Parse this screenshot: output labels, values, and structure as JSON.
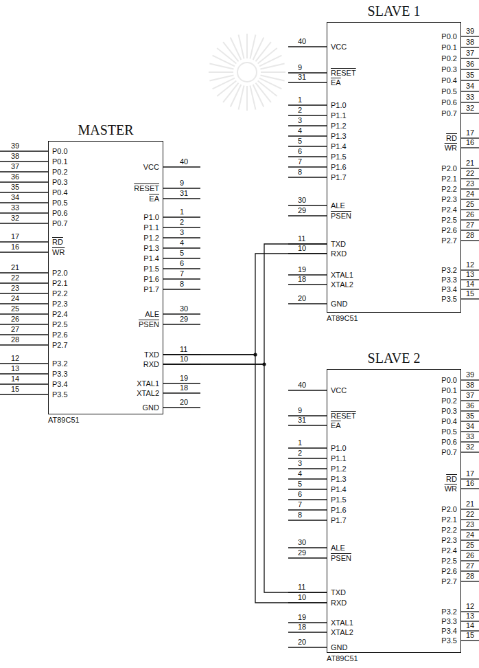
{
  "diagram": {
    "nodes": [
      {
        "text": [
          "MASTER",
          "AT89C51"
        ]
      },
      {
        "text": [
          "SLAVE 1",
          "AT89C51"
        ]
      },
      {
        "text": [
          "SLAVE 2",
          "AT89C51"
        ]
      }
    ],
    "edges": [
      {
        "from": 0,
        "to": 1,
        "arrow": "none"
      },
      {
        "from": 0,
        "to": 2,
        "arrow": "none"
      },
      {
        "from": 0,
        "to": 1,
        "arrow": "none"
      },
      {
        "from": 0,
        "to": 2,
        "arrow": "none"
      }
    ],
    "labels": [
      "P0.0",
      "39",
      "P0.1",
      "38",
      "P0.2",
      "37",
      "P0.3",
      "36",
      "P0.4",
      "35",
      "P0.5",
      "34",
      "P0.6",
      "33",
      "P0.7",
      "32",
      "RD",
      "17",
      "WR",
      "16",
      "P2.0",
      "21",
      "P2.1",
      "22",
      "P2.2",
      "23",
      "P2.3",
      "24",
      "P2.4",
      "25",
      "P2.5",
      "26",
      "P2.6",
      "27",
      "P2.7",
      "28",
      "P3.2",
      "12",
      "P3.3",
      "13",
      "P3.4",
      "14",
      "P3.5",
      "15",
      "VCC",
      "40",
      "RESET",
      "9",
      "EA",
      "31",
      "P1.0",
      "1",
      "P1.1",
      "2",
      "P1.2",
      "3",
      "P1.3",
      "4",
      "P1.4",
      "5",
      "P1.5",
      "6",
      "P1.6",
      "7",
      "P1.7",
      "8",
      "ALE",
      "30",
      "PSEN",
      "29",
      "TXD",
      "11",
      "RXD",
      "10",
      "XTAL1",
      "19",
      "XTAL2",
      "18",
      "GND",
      "20",
      "VCC",
      "40",
      "RESET",
      "9",
      "EA",
      "31",
      "P1.0",
      "1",
      "P1.1",
      "2",
      "P1.2",
      "3",
      "P1.3",
      "4",
      "P1.4",
      "5",
      "P1.5",
      "6",
      "P1.6",
      "7",
      "P1.7",
      "8",
      "ALE",
      "30",
      "PSEN",
      "29",
      "TXD",
      "11",
      "RXD",
      "10",
      "XTAL1",
      "19",
      "XTAL2",
      "18",
      "GND",
      "20",
      "P0.0",
      "39",
      "P0.1",
      "38",
      "P0.2",
      "37",
      "P0.3",
      "36",
      "P0.4",
      "35",
      "P0.5",
      "34",
      "P0.6",
      "33",
      "P0.7",
      "32",
      "RD",
      "17",
      "WR",
      "16",
      "P2.0",
      "21",
      "P2.1",
      "22",
      "P2.2",
      "23",
      "P2.3",
      "24",
      "P2.4",
      "25",
      "P2.5",
      "26",
      "P2.6",
      "27",
      "P2.7",
      "28",
      "P3.2",
      "12",
      "P3.3",
      "13",
      "P3.4",
      "14",
      "P3.5",
      "15",
      "VCC",
      "40",
      "RESET",
      "9",
      "EA",
      "31",
      "P1.0",
      "1",
      "P1.1",
      "2",
      "P1.2",
      "3",
      "P1.3",
      "4",
      "P1.4",
      "5",
      "P1.5",
      "6",
      "P1.6",
      "7",
      "P1.7",
      "8",
      "ALE",
      "30",
      "PSEN",
      "29",
      "TXD",
      "11",
      "RXD",
      "10",
      "XTAL1",
      "19",
      "XTAL2",
      "18",
      "GND",
      "20",
      "P0.0",
      "39",
      "P0.1",
      "38",
      "P0.2",
      "37",
      "P0.3",
      "36",
      "P0.4",
      "35",
      "P0.5",
      "34",
      "P0.6",
      "33",
      "P0.7",
      "32",
      "RD",
      "17",
      "WR",
      "16",
      "P2.0",
      "21",
      "P2.1",
      "22",
      "P2.2",
      "23",
      "P2.3",
      "24",
      "P2.4",
      "25",
      "P2.5",
      "26",
      "P2.6",
      "27",
      "P2.7",
      "28",
      "P3.2",
      "12",
      "P3.3",
      "13",
      "P3.4",
      "14",
      "P3.5",
      "15"
    ]
  }
}
